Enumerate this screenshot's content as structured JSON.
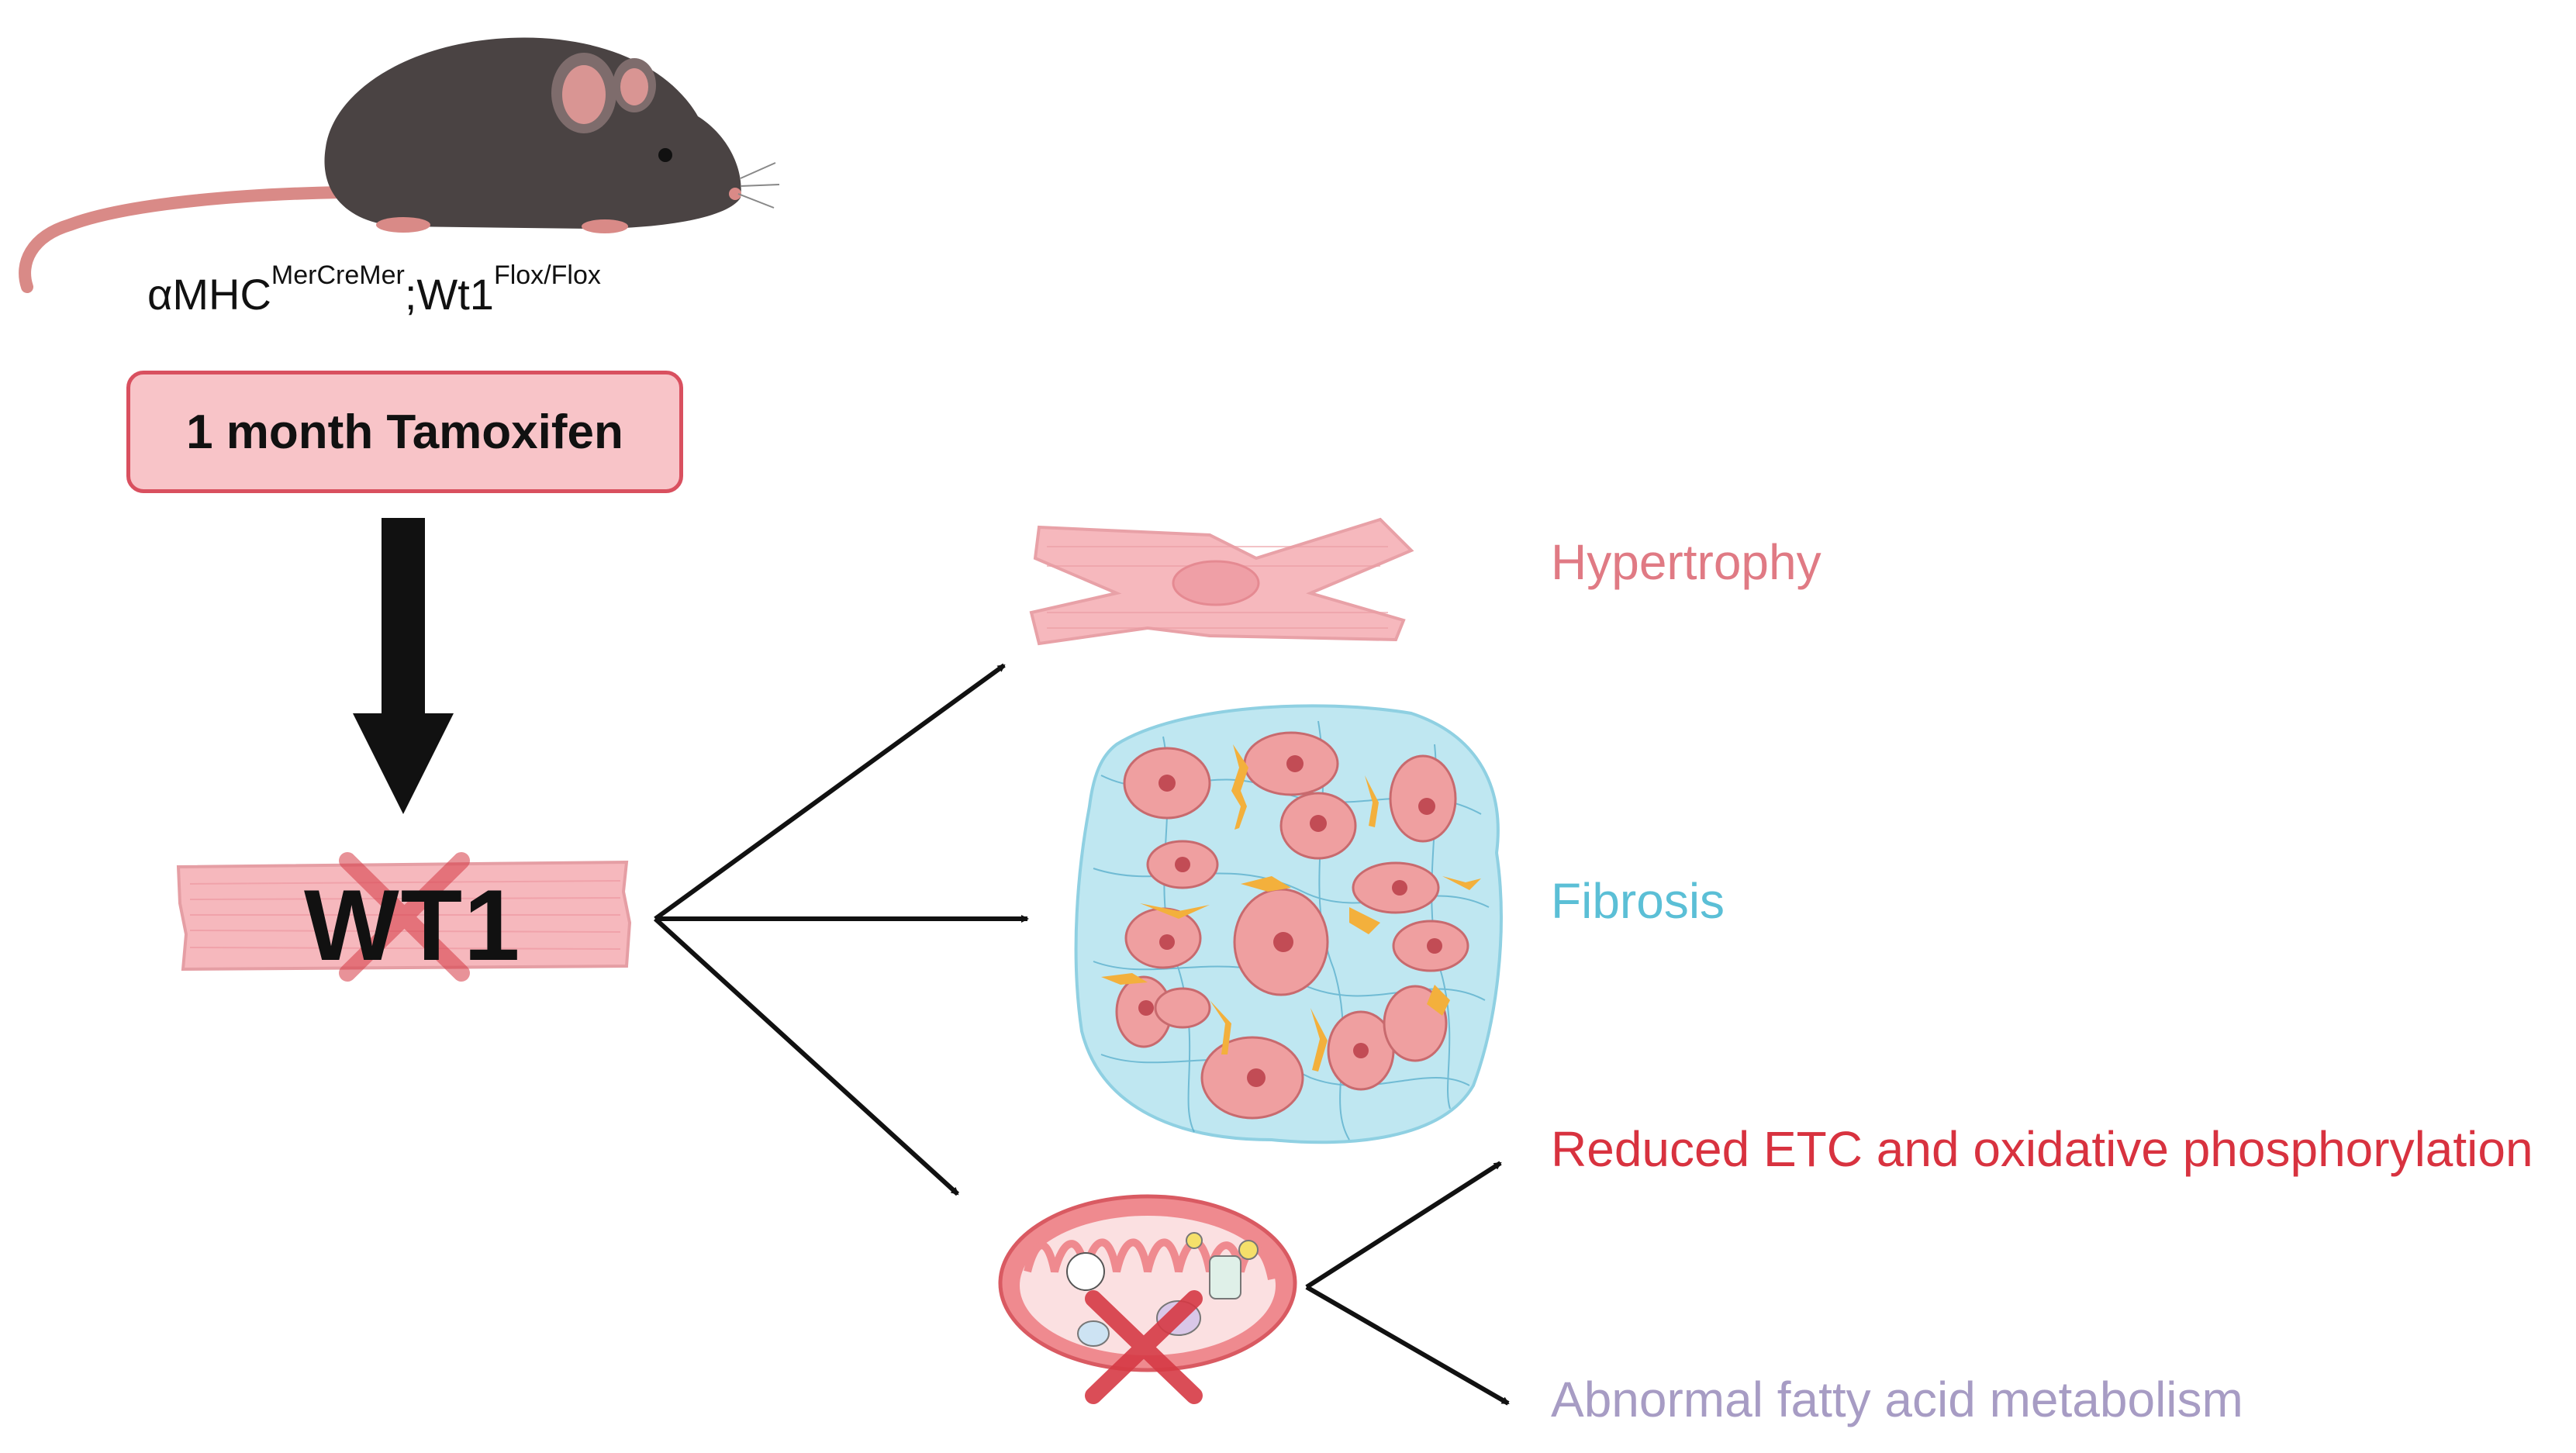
{
  "genotype": {
    "base1": "αMHC",
    "sup1": "MerCreMer",
    "base2": ";Wt1",
    "sup2": "Flox/Flox"
  },
  "treatment": "1 month Tamoxifen",
  "gene": "WT1",
  "outcomes": {
    "hypertrophy": {
      "label": "Hypertrophy",
      "color": "#e07a84"
    },
    "fibrosis": {
      "label": "Fibrosis",
      "color": "#5bbfd6"
    },
    "etc": {
      "label": "Reduced ETC and oxidative phosphorylation",
      "color": "#d8323f"
    },
    "fatty_acid": {
      "label": "Abnormal fatty acid metabolism",
      "color": "#a79cc4"
    }
  },
  "colors": {
    "treatment_fill": "#f8c4c8",
    "treatment_border": "#d9505f",
    "muscle_fill": "#f6b8bd",
    "cross": "#d63a45",
    "fibrosis_bg": "#bfe7f1",
    "fibroblast": "#f3b03c",
    "mitochondria": "#ef8a8f"
  },
  "icons": [
    "mouse-icon",
    "cardiomyocyte-icon",
    "fibrosis-tissue-icon",
    "mitochondrion-icon",
    "cross-icon"
  ]
}
